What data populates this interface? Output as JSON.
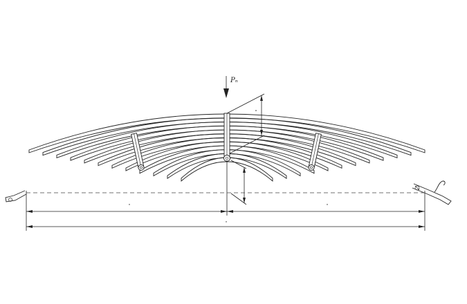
{
  "load": {
    "label": "Pₙ"
  },
  "drawing": {
    "leaf_count": 12,
    "clips": [
      "left-clip",
      "center-bolt",
      "right-clip"
    ],
    "colors": {
      "line": "#222222",
      "background": "#ffffff"
    }
  }
}
